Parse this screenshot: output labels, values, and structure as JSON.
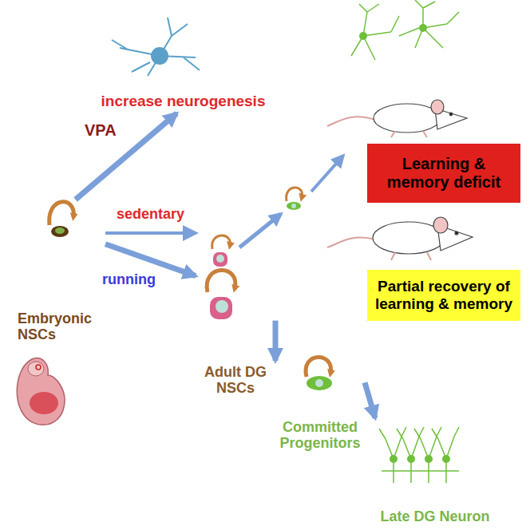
{
  "diagram": {
    "nodes": [
      {
        "text": [
          "Embryonic NSCs"
        ]
      },
      {
        "text": [
          "increase neurogenesis"
        ]
      },
      {
        "text": [
          "Adult DG NSCs"
        ]
      },
      {
        "text": [
          "Committed Progenitors"
        ]
      },
      {
        "text": [
          "Late DG Neuron"
        ]
      },
      {
        "text": [
          "Learning & memory deficit"
        ]
      },
      {
        "text": [
          "Partial recovery of learning & memory"
        ]
      }
    ],
    "edges": [
      {
        "from": 0,
        "to": 1,
        "label": "VPA",
        "arrow": "to"
      },
      {
        "from": 0,
        "to": 2,
        "label": "sedentary",
        "arrow": "to"
      },
      {
        "from": 0,
        "to": 2,
        "label": "running",
        "arrow": "to"
      },
      {
        "from": 2,
        "to": 3,
        "arrow": "to"
      },
      {
        "from": 3,
        "to": 4,
        "arrow": "to"
      }
    ]
  }
}
